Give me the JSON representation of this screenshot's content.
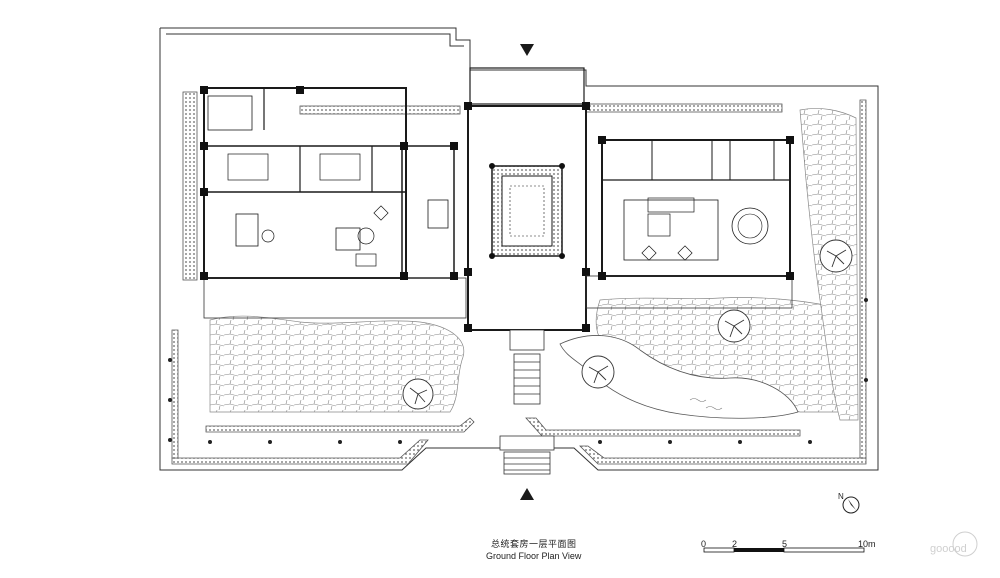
{
  "caption": {
    "title_cn": "总统套房一层平面图",
    "title_en": "Ground Floor Plan View"
  },
  "scale_bar": {
    "labels": [
      "0",
      "2",
      "5",
      "10m"
    ]
  },
  "north_arrow": {
    "label": "N"
  },
  "watermark": {
    "text": "gooood"
  },
  "colors": {
    "line": "#333333",
    "paving": "#9a9a9a",
    "wall": "#1a1a1a"
  }
}
